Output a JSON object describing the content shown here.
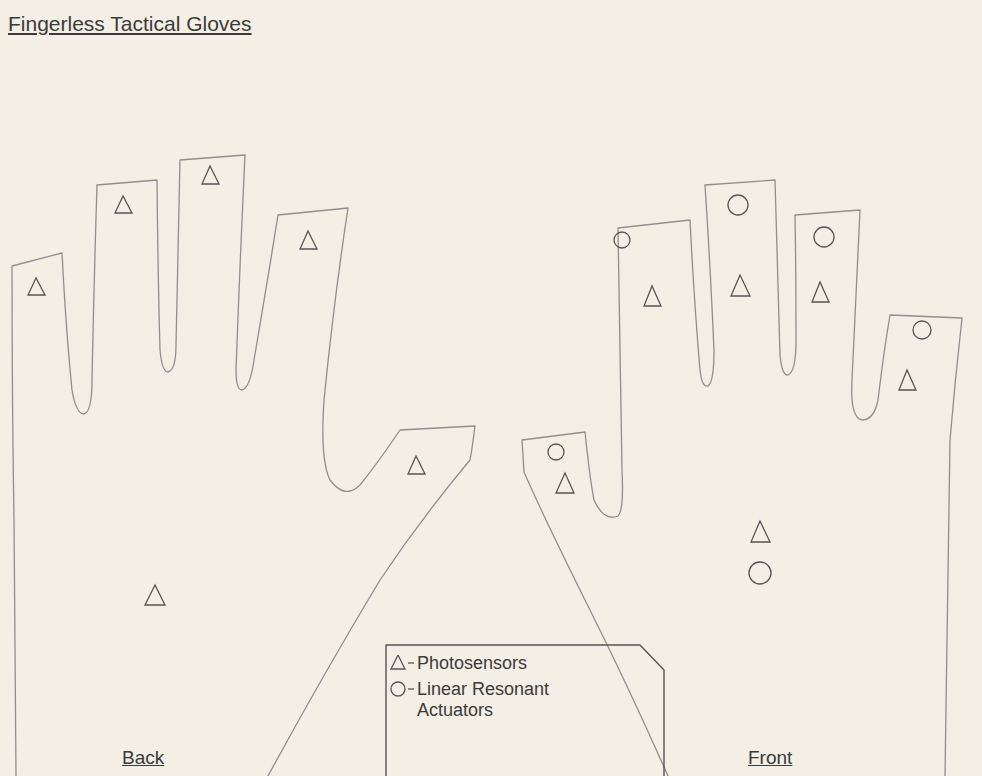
{
  "diagram": {
    "title": "Fingerless Tactical Gloves",
    "labels": [
      "Back",
      "Front"
    ],
    "legend": [
      {
        "text": "Photosensors"
      },
      {
        "text": "Linear Resonant Actuators"
      }
    ]
  }
}
